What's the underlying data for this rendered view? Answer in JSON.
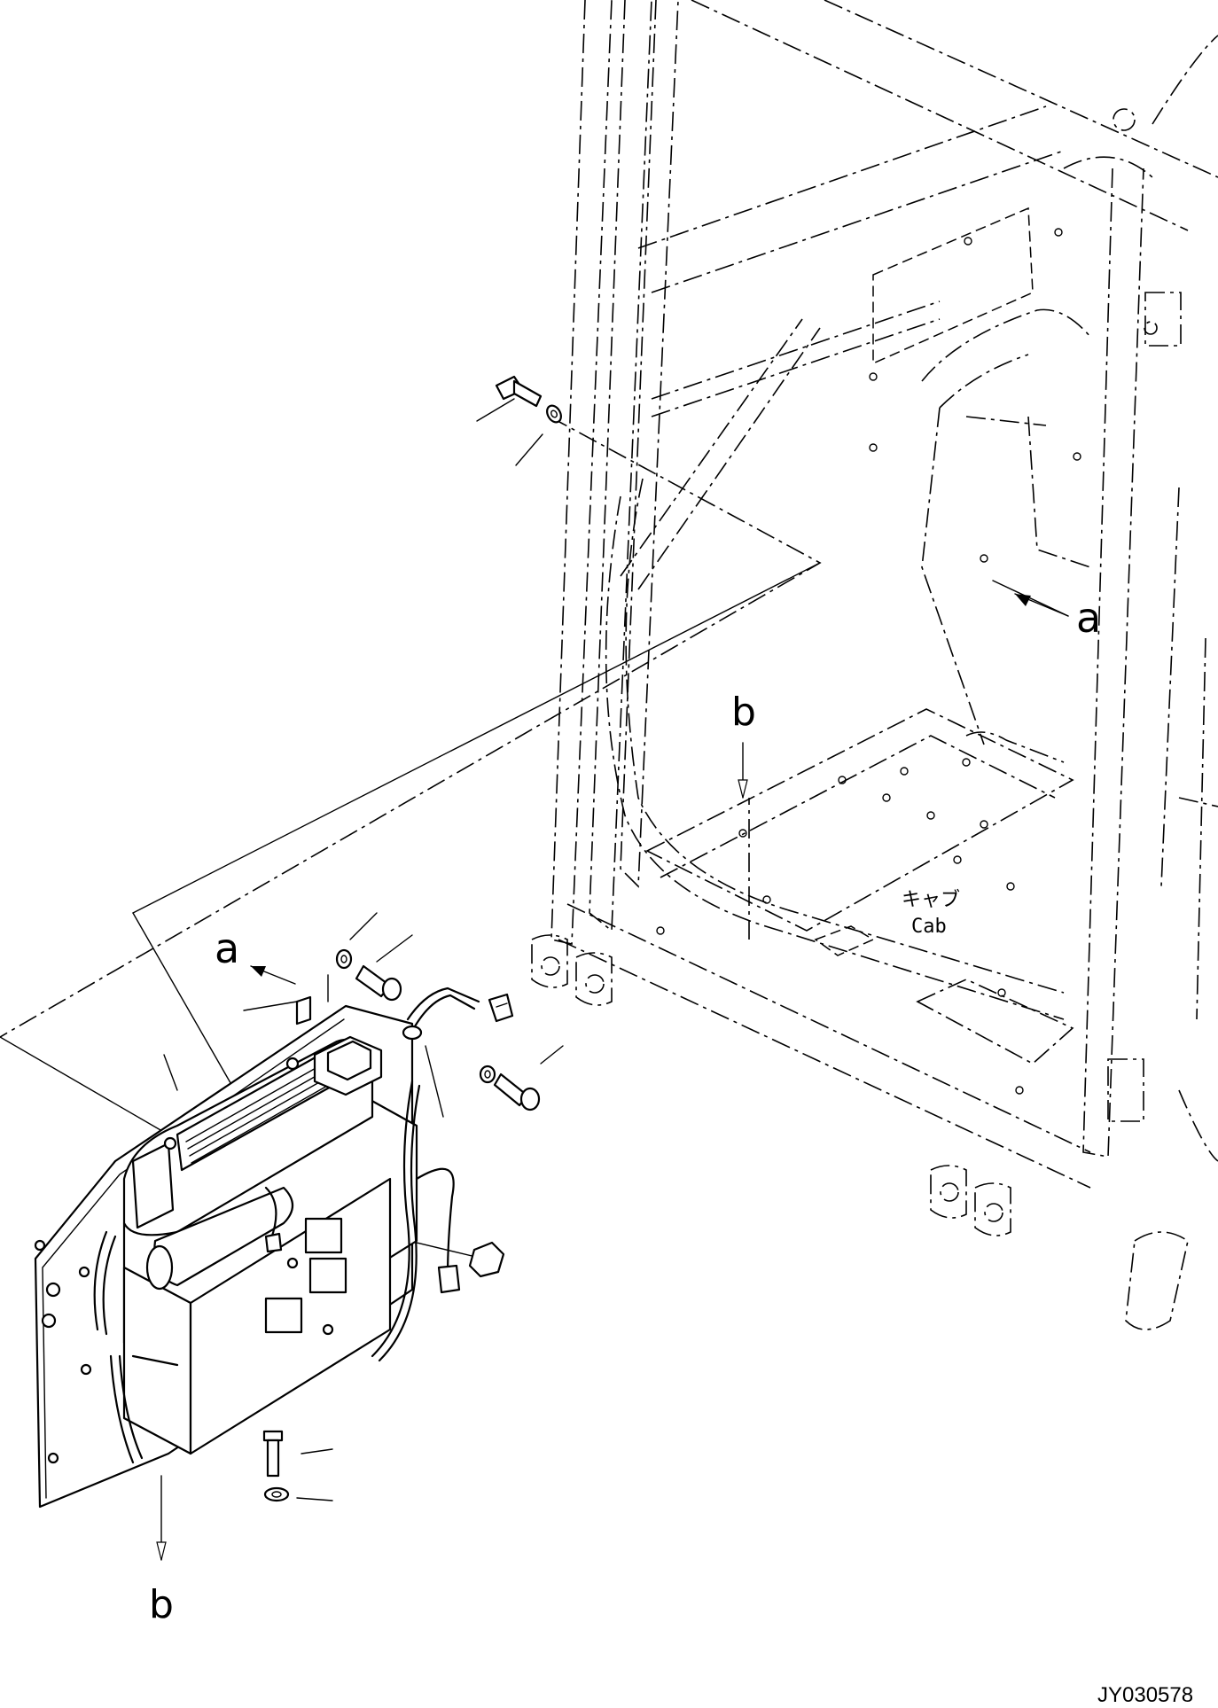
{
  "labels": {
    "view_a_cab": "a",
    "view_b_cab": "b",
    "view_a_unit": "a",
    "view_b_unit": "b",
    "cab_jp": "キャブ",
    "cab_en": "Cab"
  },
  "drawing_number": "JY030578"
}
